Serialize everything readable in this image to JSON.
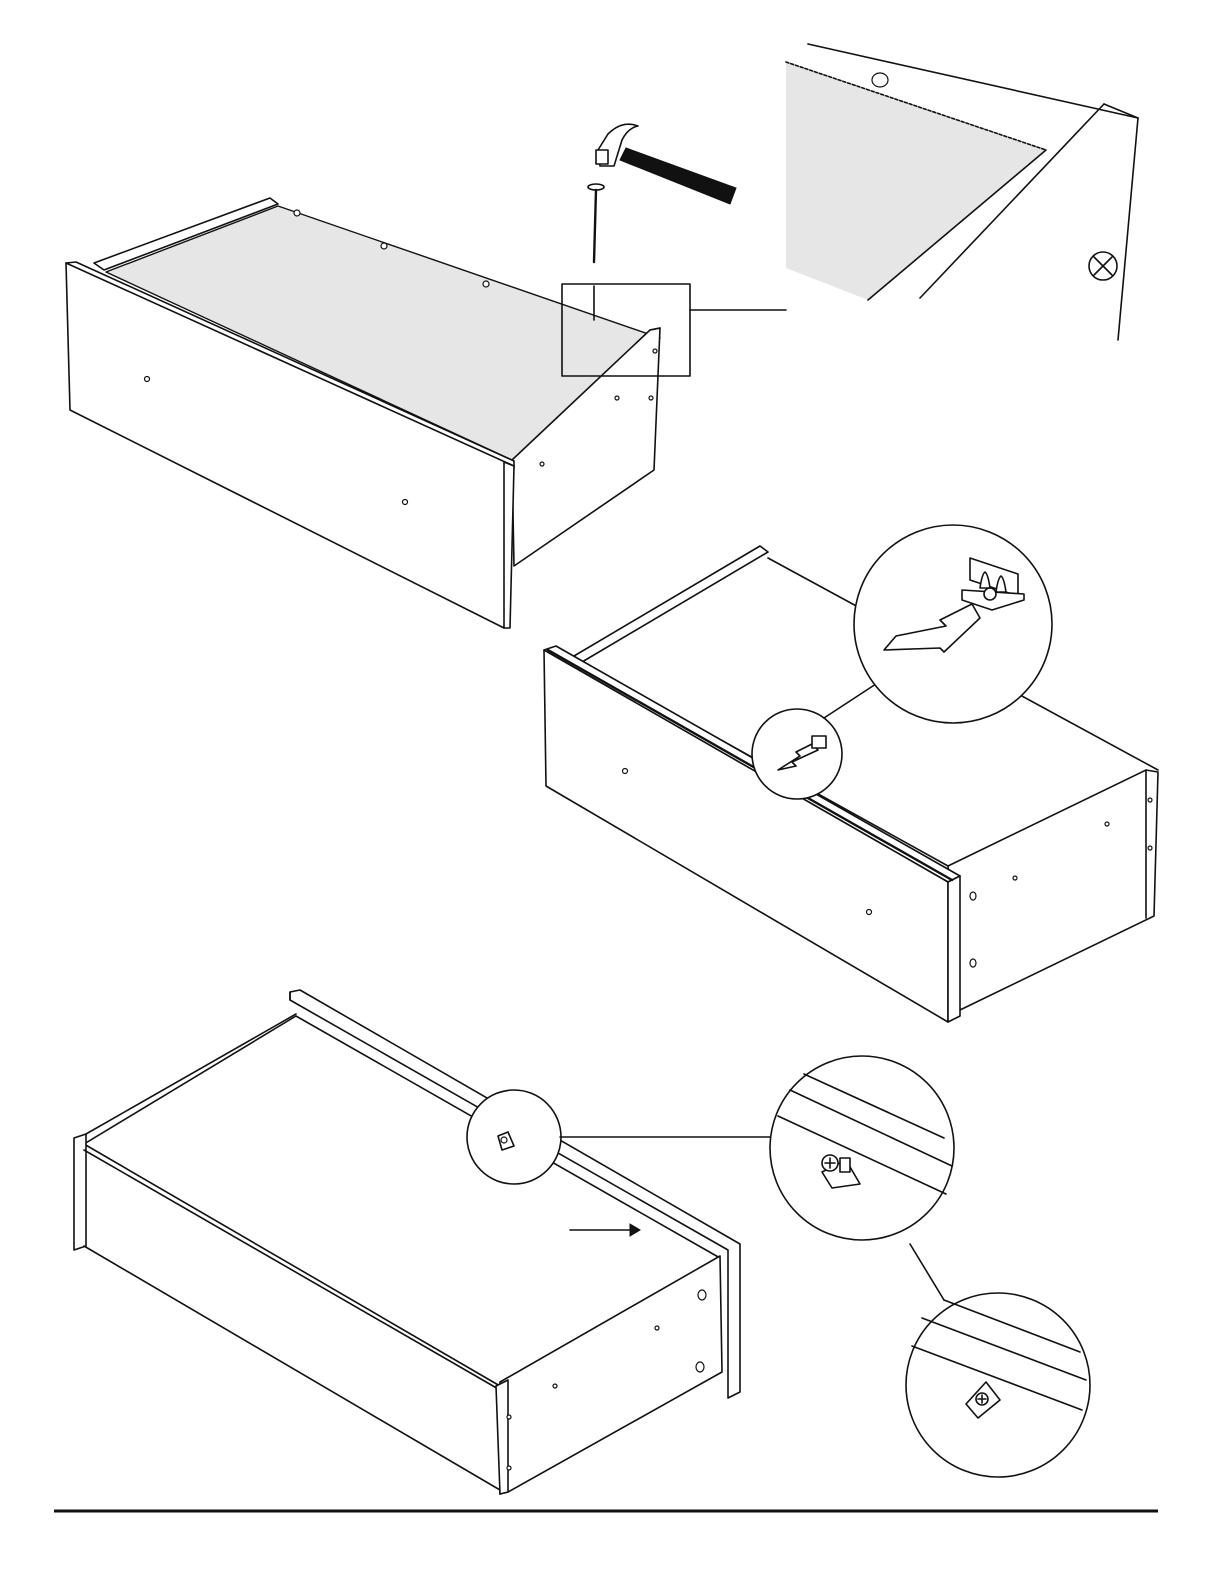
{
  "document": {
    "kind": "drawer assembly instructions page",
    "steps": [
      {
        "id": "step-nail-bottom-panel",
        "tools": [
          "hammer-icon",
          "nail-icon"
        ]
      },
      {
        "id": "step-insert-drawer-slide-clip",
        "icons": [
          "arrow-icon"
        ]
      },
      {
        "id": "step-screw-corner-bracket",
        "icons": [
          "screw-icon",
          "arrow-icon"
        ]
      }
    ],
    "colors": {
      "line": "#111111",
      "panel_fill": "#ffffff",
      "bottom_panel_fill": "#e6e6e6"
    }
  }
}
